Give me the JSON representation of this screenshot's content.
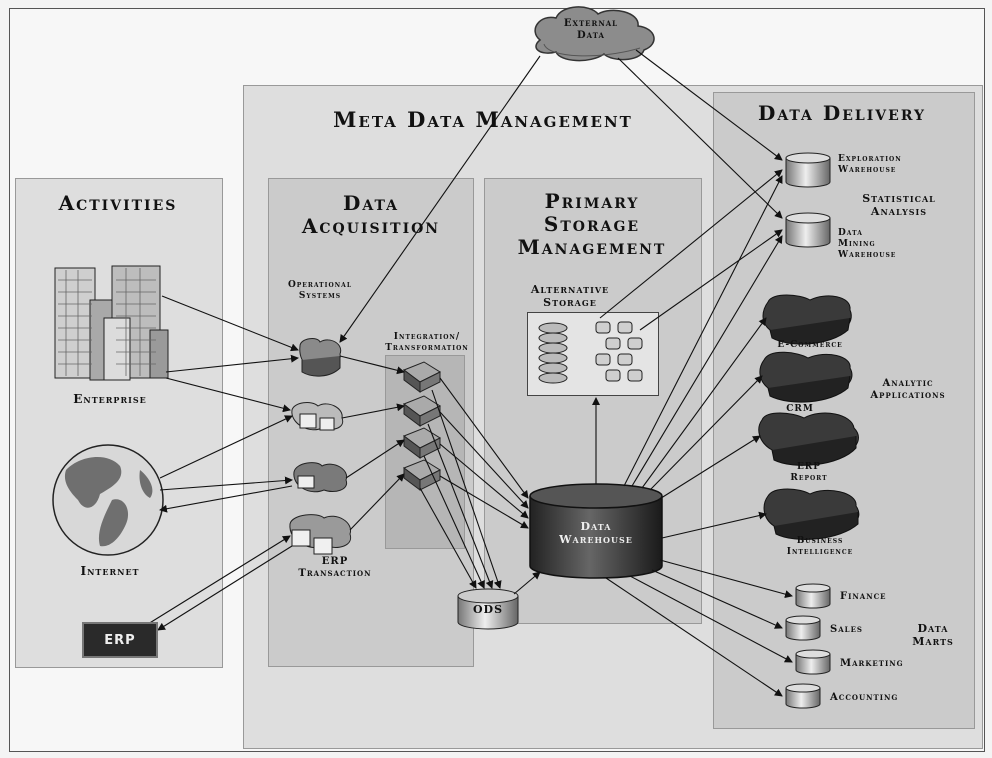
{
  "external": {
    "line1": "External",
    "line2": "Data"
  },
  "sections": {
    "meta": "Meta Data Management",
    "activities": "Activities",
    "acquisition": {
      "line1": "Data",
      "line2": "Acquisition"
    },
    "storage": {
      "line1": "Primary",
      "line2": "Storage",
      "line3": "Management"
    },
    "delivery": "Data Delivery"
  },
  "activities": {
    "enterprise": "Enterprise",
    "internet": "Internet",
    "erp": "ERP"
  },
  "acquisition": {
    "operational": {
      "line1": "Operational",
      "line2": "Systems"
    },
    "integration": {
      "line1": "Integration/",
      "line2": "Transformation"
    },
    "erp_transaction": {
      "line1": "ERP",
      "line2": "Transaction"
    }
  },
  "storage": {
    "alternative": {
      "line1": "Alternative",
      "line2": "Storage"
    },
    "warehouse": {
      "line1": "Data",
      "line2": "Warehouse"
    },
    "ods": "ODS"
  },
  "delivery": {
    "exploration": {
      "line1": "Exploration",
      "line2": "Warehouse"
    },
    "statistical": {
      "line1": "Statistical",
      "line2": "Analysis"
    },
    "mining": {
      "line1": "Data",
      "line2": "Mining",
      "line3": "Warehouse"
    },
    "ecommerce": "E-Commerce",
    "analytic": {
      "line1": "Analytic",
      "line2": "Applications"
    },
    "crm": "CRM",
    "erp_report": {
      "line1": "ERP",
      "line2": "Report"
    },
    "bi": {
      "line1": "Business",
      "line2": "Intelligence"
    },
    "marts": {
      "line1": "Data",
      "line2": "Marts"
    },
    "finance": "Finance",
    "sales": "Sales",
    "marketing": "Marketing",
    "accounting": "Accounting"
  }
}
